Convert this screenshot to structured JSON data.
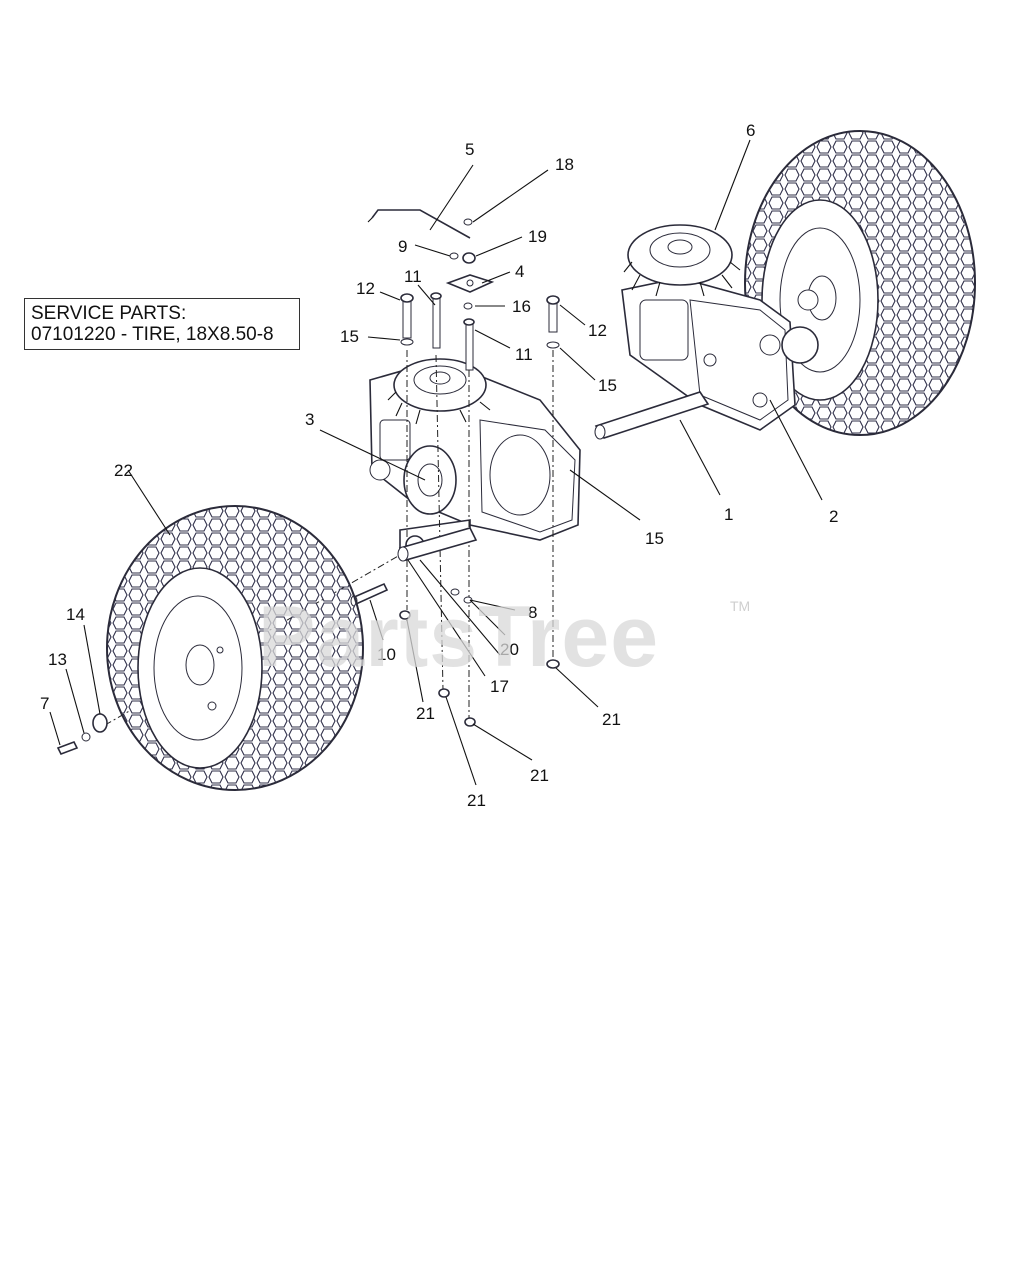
{
  "service_parts": {
    "heading": "SERVICE PARTS:",
    "line": "07101220 - TIRE, 18X8.50-8"
  },
  "watermark": {
    "text": "PartsTree",
    "tm": "TM"
  },
  "callouts": {
    "c1": "1",
    "c2": "2",
    "c3": "3",
    "c4": "4",
    "c5": "5",
    "c6": "6",
    "c7": "7",
    "c8": "8",
    "c9": "9",
    "c10": "10",
    "c11a": "11",
    "c11b": "11",
    "c12a": "12",
    "c12b": "12",
    "c13": "13",
    "c14": "14",
    "c15a": "15",
    "c15b": "15",
    "c15c": "15",
    "c16": "16",
    "c17": "17",
    "c18": "18",
    "c19": "19",
    "c20": "20",
    "c21a": "21",
    "c21b": "21",
    "c21c": "21",
    "c21d": "21",
    "c22": "22"
  }
}
